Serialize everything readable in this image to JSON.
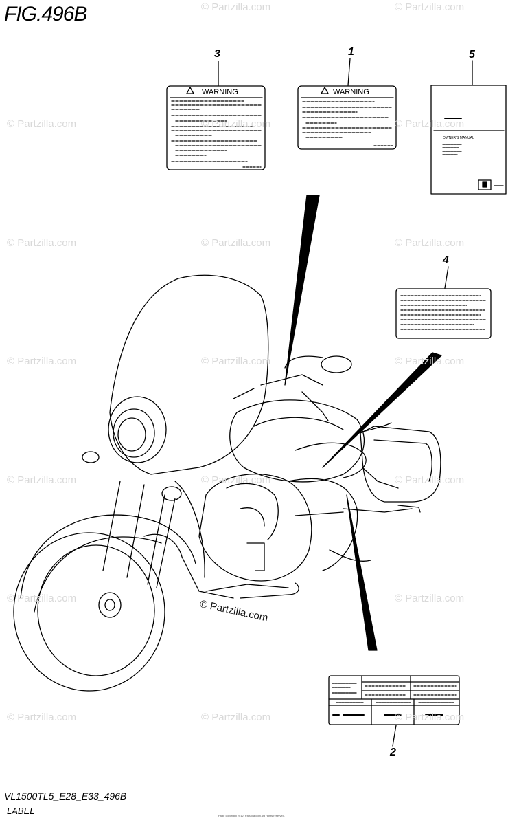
{
  "header": {
    "figure_title": "FIG.496B"
  },
  "footer": {
    "model_code": "VL1500TL5_E28_E33_496B",
    "section_name": "LABEL",
    "copyright": "Page copyright 2012. Partzilla.com. All rights reserved."
  },
  "callouts": [
    "3",
    "1",
    "5",
    "4",
    "2"
  ],
  "labels": {
    "warning_word": "WARNING",
    "manual_title": "OWNER'S MANUAL"
  },
  "watermark": {
    "text": "© Partzilla.com"
  }
}
